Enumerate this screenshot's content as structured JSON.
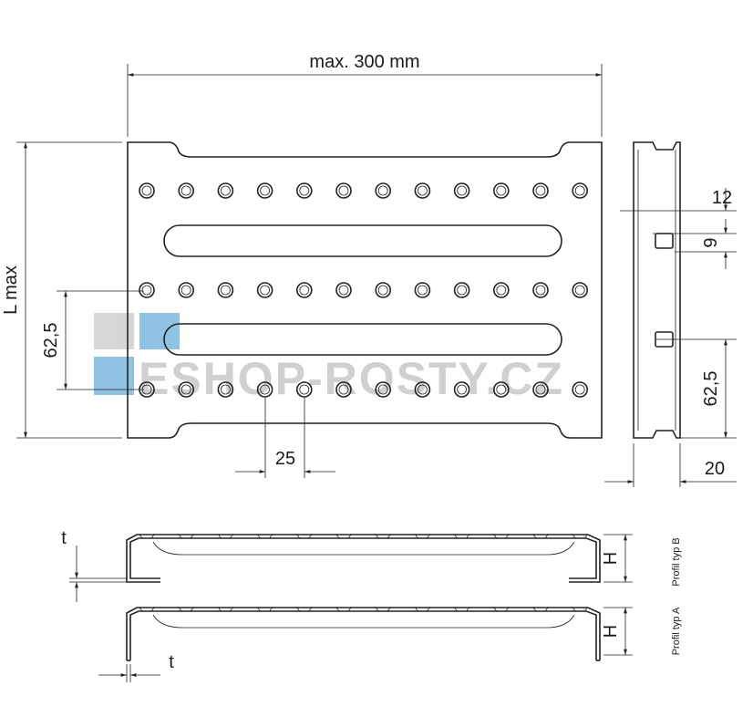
{
  "dimensions": {
    "width_label": "max. 300 mm",
    "length_label": "L max",
    "hole_pitch_label": "62,5",
    "hole_spacing_label": "25",
    "side_pitch_label": "62,5",
    "side_depth_label": "20",
    "notch_offset_label": "12",
    "notch_height_label": "9"
  },
  "profiles": {
    "thickness_label_b": "t",
    "thickness_label_a": "t",
    "height_label_b": "H",
    "height_label_a": "H",
    "type_b_label": "Profil typ B",
    "type_a_label": "Profil typ A"
  },
  "watermark": {
    "text": "ESHOP-ROSTY.CZ",
    "accent_color": "#7db8e0",
    "gray_color": "#c8c8c8"
  }
}
